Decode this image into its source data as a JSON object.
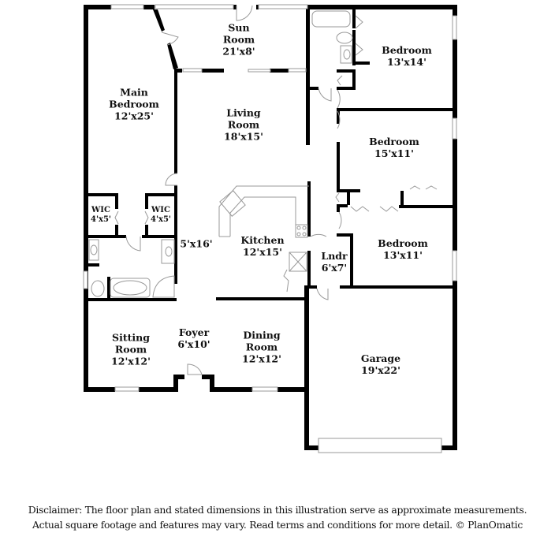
{
  "rooms": {
    "sun_room": {
      "name": "Sun\nRoom",
      "name_line1": "Sun",
      "name_line2": "Room",
      "dims": "21'x8'"
    },
    "main_bedroom": {
      "name_line1": "Main",
      "name_line2": "Bedroom",
      "dims": "12'x25'"
    },
    "living_room": {
      "name_line1": "Living",
      "name_line2": "Room",
      "dims": "18'x15'"
    },
    "bedroom_1": {
      "name": "Bedroom",
      "dims": "13'x14'"
    },
    "bedroom_2": {
      "name": "Bedroom",
      "dims": "15'x11'"
    },
    "wic_left": {
      "name": "WIC",
      "dims": "4'x5'"
    },
    "wic_right": {
      "name": "WIC",
      "dims": "4'x5'"
    },
    "hallway": {
      "dims": "5'x16'"
    },
    "kitchen": {
      "name": "Kitchen",
      "dims": "12'x15'"
    },
    "bedroom_3": {
      "name": "Bedroom",
      "dims": "13'x11'"
    },
    "laundry": {
      "name": "Lndr",
      "dims": "6'x7'"
    },
    "sitting_room": {
      "name_line1": "Sitting",
      "name_line2": "Room",
      "dims": "12'x12'"
    },
    "foyer": {
      "name": "Foyer",
      "dims": "6'x10'"
    },
    "dining_room": {
      "name_line1": "Dining",
      "name_line2": "Room",
      "dims": "12'x12'"
    },
    "garage": {
      "name": "Garage",
      "dims": "19'x22'"
    }
  },
  "disclaimer": {
    "line1": "Disclaimer: The floor plan and stated dimensions in this illustration serve as approximate measurements.",
    "line2": "Actual square footage and features may vary. Read terms and conditions for more detail. © PlanOmatic"
  },
  "colors": {
    "wall": "#000000",
    "fixture": "#999999",
    "window": "#bbbbbb",
    "background": "#ffffff"
  }
}
